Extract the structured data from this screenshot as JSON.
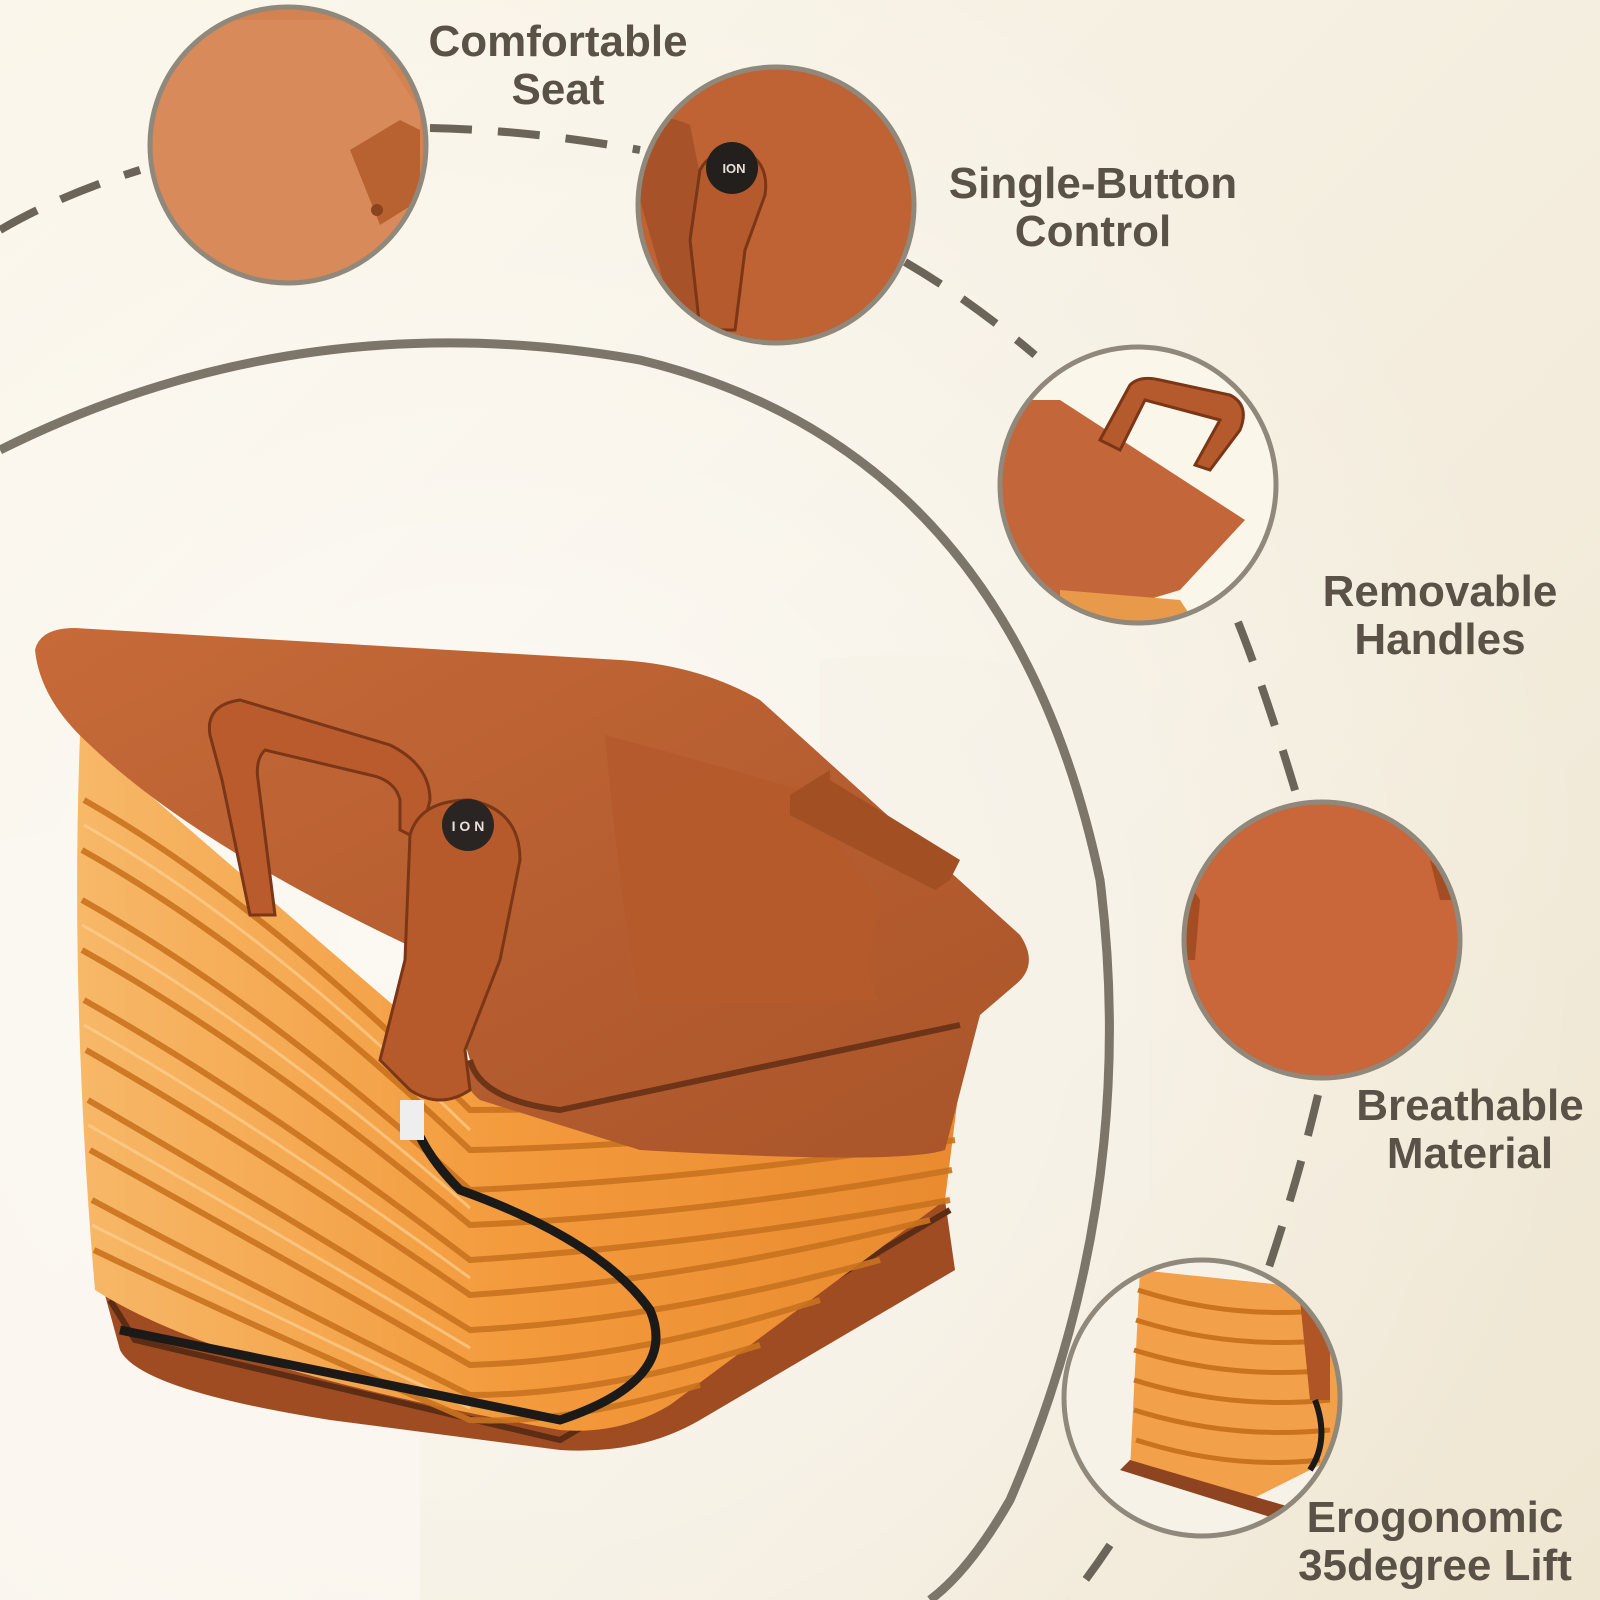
{
  "features": [
    {
      "line1": "Comfortable",
      "line2": "Seat"
    },
    {
      "line1": "Single-Button",
      "line2": "Control"
    },
    {
      "line1": "Removable",
      "line2": "Handles"
    },
    {
      "line1": "Breathable",
      "line2": "Material"
    },
    {
      "line1": "Erogonomic",
      "line2": "35degree Lift"
    }
  ],
  "switch_text": "I O N",
  "colors": {
    "leather": "#b9602f",
    "leather_dark": "#8e4420",
    "bellows": "#f0a04a",
    "ring": "#8f887b",
    "dash": "#6b6459",
    "label": "#5a5147"
  }
}
